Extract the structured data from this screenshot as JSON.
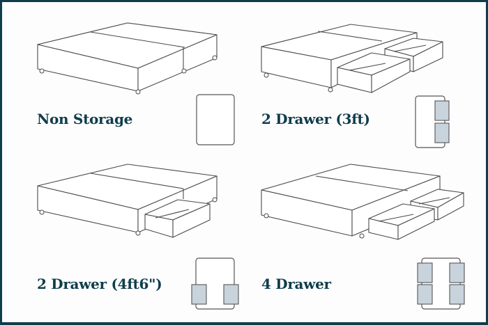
{
  "colors": {
    "frame_border": "#0f3d4c",
    "label_text": "#0f3d4c",
    "drawer_fill": "#c9d3dc",
    "line": "#4a4a4a",
    "background": "#fdfdfd"
  },
  "options": [
    {
      "label": "Non Storage",
      "drawers": 0,
      "icon": "bed-base-no-drawers-icon",
      "plan_icon": "top-view-plan-no-drawers-icon"
    },
    {
      "label": "2 Drawer (3ft)",
      "drawers": 2,
      "icon": "bed-base-two-drawers-same-side-icon",
      "plan_icon": "top-view-plan-two-drawers-one-side-icon"
    },
    {
      "label": "2 Drawer (4ft6\")",
      "drawers": 2,
      "icon": "bed-base-two-drawers-both-sides-icon",
      "plan_icon": "top-view-plan-two-drawers-opposite-sides-icon"
    },
    {
      "label": "4 Drawer",
      "drawers": 4,
      "icon": "bed-base-four-drawers-icon",
      "plan_icon": "top-view-plan-four-drawers-icon"
    }
  ]
}
